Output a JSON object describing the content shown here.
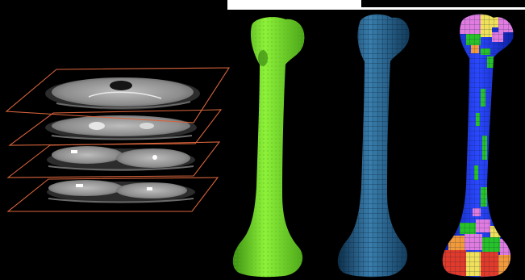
{
  "figure": {
    "panels": [
      {
        "id": "ct-slices",
        "description_name": "ct-slice-stack",
        "slice_count": 4
      },
      {
        "id": "segmented-femur",
        "description_name": "segmented-femur-surface",
        "color": "#7fe02a"
      },
      {
        "id": "mesh-femur",
        "description_name": "meshed-femur-model",
        "color": "#1f5f8e"
      },
      {
        "id": "material-femur",
        "description_name": "material-mapped-femur",
        "colors": [
          "#1a2fd6",
          "#27c12a",
          "#e07be0",
          "#f0e05a",
          "#e03a2a",
          "#f29a3a"
        ]
      }
    ],
    "colors": {
      "background": "#000000",
      "frame_top": "#ffffff",
      "slice_outline": "#d7643c",
      "ct_gray": "#9a9a9a"
    }
  }
}
